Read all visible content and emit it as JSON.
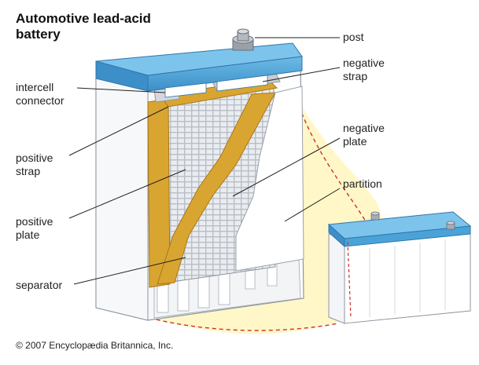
{
  "title": {
    "line1": "Automotive lead-acid",
    "line2": "battery"
  },
  "labels": {
    "post": "post",
    "negative_strap": {
      "line1": "negative",
      "line2": "strap"
    },
    "intercell_connector": {
      "line1": "intercell",
      "line2": "connector"
    },
    "positive_strap": {
      "line1": "positive",
      "line2": "strap"
    },
    "negative_plate": {
      "line1": "negative",
      "line2": "plate"
    },
    "partition": "partition",
    "positive_plate": {
      "line1": "positive",
      "line2": "plate"
    },
    "separator": "separator"
  },
  "copyright": "© 2007 Encyclopædia Britannica, Inc.",
  "colors": {
    "lid_blue": "#4aa3d8",
    "case": "#ffffff",
    "case_shade": "#e6eaef",
    "plate_gold": "#d9a531",
    "plate_gold_dark": "#a8761a",
    "grid_gray": "#c3c8cf",
    "highlight_yellow": "#fff7c7",
    "dash_red": "#d03030"
  }
}
